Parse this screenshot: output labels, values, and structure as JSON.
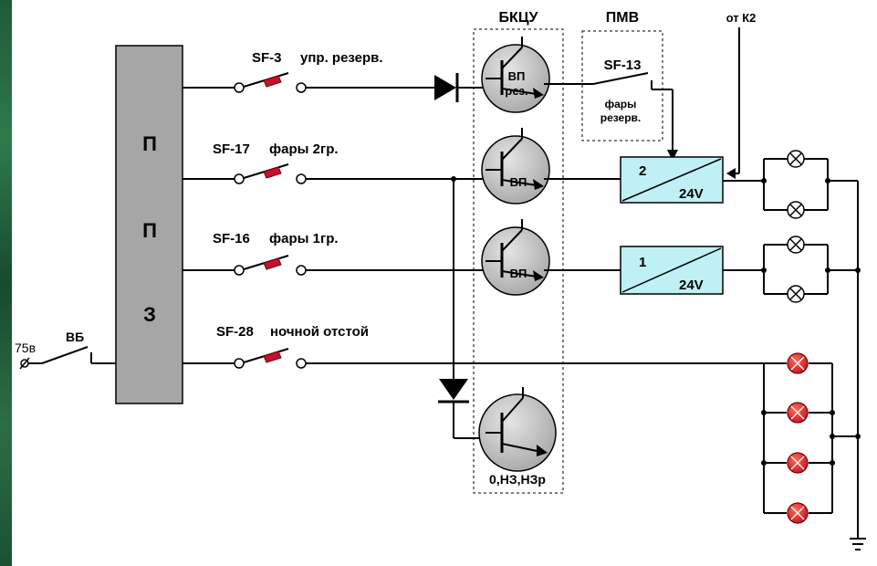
{
  "panel": {
    "line1": "П",
    "line2": "П",
    "line3": "З"
  },
  "supply": {
    "voltage": "75в",
    "switch": "ВБ"
  },
  "breakers": [
    {
      "id": "SF-3",
      "desc": "упр. резерв."
    },
    {
      "id": "SF-17",
      "desc": "фары 2гр."
    },
    {
      "id": "SF-16",
      "desc": "фары 1гр."
    },
    {
      "id": "SF-28",
      "desc": "ночной отстой"
    }
  ],
  "blocks": {
    "bkcu": "БКЦУ",
    "pmv": "ПМВ",
    "from_k2": "от К2"
  },
  "pmv_switch": {
    "id": "SF-13",
    "desc1": "фары",
    "desc2": "резерв."
  },
  "transistors": {
    "t1_line1": "ВП",
    "t1_line2": "рез.",
    "t2": "ВП",
    "t3": "ВП",
    "t4": "0,НЗ,НЗр"
  },
  "converters": [
    {
      "num": "2",
      "voltage": "24V"
    },
    {
      "num": "1",
      "voltage": "24V"
    }
  ],
  "colors": {
    "panel": "#a6a6a6",
    "breaker": "#c8102e",
    "transistor": "#c6c6c6",
    "converter": "#bff0f5",
    "lamp_red": "#e8252a",
    "background_strip": "#2c6e45"
  }
}
